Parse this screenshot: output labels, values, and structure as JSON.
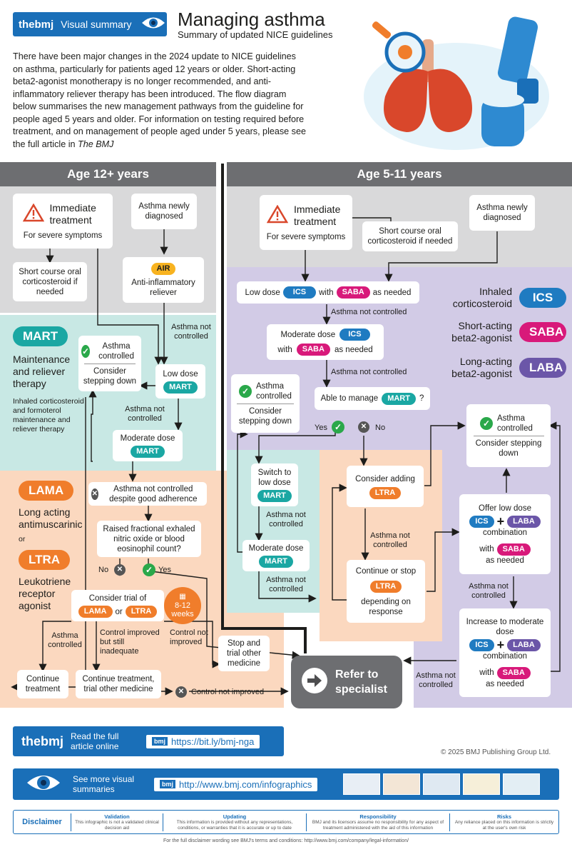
{
  "header": {
    "brand": "thebmj",
    "badge_label": "Visual summary",
    "title": "Managing asthma",
    "subtitle": "Summary of updated NICE guidelines",
    "intro": "There have been major changes in the 2024 update to NICE guidelines on asthma, particularly for patients aged 12 years or older. Short-acting beta2-agonist monotherapy is no longer recommended, and anti-inflammatory reliever therapy has been introduced. The flow diagram below summarises the new management pathways from the guideline for people aged 5 years and older. For information on testing required before treatment, and on management of people aged under 5 years, please see the full article in",
    "intro_journal": "The BMJ"
  },
  "left": {
    "heading": "Age 12+ years",
    "immediate_title": "Immediate treatment",
    "immediate_sub": "For severe symptoms",
    "oral_steroid": "Short course oral corticosteroid if needed",
    "newly_diagnosed": "Asthma newly diagnosed",
    "air_pill": "AIR",
    "air_text": "Anti-inflammatory reliever",
    "asthma_not_controlled_1": "Asthma not controlled",
    "mart_pill": "MART",
    "mart_side_title": "Maintenance and reliever therapy",
    "mart_side_desc": "Inhaled corticosteroid and formoterol maintenance and reliever therapy",
    "controlled_title": "Asthma controlled",
    "controlled_sub": "Consider stepping down",
    "low_dose": "Low dose",
    "asthma_not_controlled_2": "Asthma not controlled",
    "moderate_dose": "Moderate dose",
    "lama_pill": "LAMA",
    "lama_desc": "Long acting antimuscarinic",
    "or_text": "or",
    "ltra_pill": "LTRA",
    "ltra_desc": "Leukotriene receptor agonist",
    "despite_adherence": "Asthma not controlled despite good adherence",
    "raised_feno": "Raised fractional exhaled nitric oxide or blood eosinophil count?",
    "no_label": "No",
    "yes_label": "Yes",
    "consider_trial": "Consider trial of",
    "or_inline": "or",
    "weeks": "8-12 weeks",
    "asthma_controlled": "Asthma controlled",
    "improved_inadequate": "Control improved but still inadequate",
    "control_not_improved": "Control not improved",
    "stop_trial": "Stop and trial other medicine",
    "continue_treatment": "Continue treatment",
    "continue_trial_other": "Continue treatment, trial other medicine",
    "control_not_improved_2": "Control not improved"
  },
  "right": {
    "heading": "Age 5-11 years",
    "immediate_title": "Immediate treatment",
    "immediate_sub": "For severe symptoms",
    "oral_steroid": "Short course oral corticosteroid if needed",
    "newly_diagnosed": "Asthma newly diagnosed",
    "low_dose": "Low dose",
    "with_text": "with",
    "as_needed": "as needed",
    "ics_pill": "ICS",
    "saba_pill": "SABA",
    "laba_pill": "LABA",
    "mart_pill": "MART",
    "ltra_pill": "LTRA",
    "not_controlled_1": "Asthma not controlled",
    "moderate_dose": "Moderate dose",
    "not_controlled_2": "Asthma not controlled",
    "able_mart": "Able to manage",
    "able_q": "?",
    "yes_label": "Yes",
    "no_label": "No",
    "controlled_title": "Asthma controlled",
    "controlled_sub": "Consider stepping down",
    "switch_low": "Switch to low dose",
    "not_controlled_3": "Asthma not controlled",
    "moderate_dose_2": "Moderate dose",
    "not_controlled_4": "Asthma not controlled",
    "consider_adding": "Consider adding",
    "not_controlled_5": "Asthma not controlled",
    "continue_stop": "Continue or stop",
    "depending": "depending on response",
    "controlled_title_2": "Asthma controlled",
    "controlled_sub_2": "Consider stepping down",
    "offer_low": "Offer low dose",
    "combination": "combination",
    "plus": "+",
    "not_controlled_6": "Asthma not controlled",
    "increase_mod": "Increase to moderate dose",
    "not_controlled_7": "Asthma not controlled",
    "legend": [
      {
        "label": "Inhaled corticosteroid",
        "pill": "ICS"
      },
      {
        "label": "Short-acting beta2-agonist",
        "pill": "SABA"
      },
      {
        "label": "Long-acting beta2-agonist",
        "pill": "LABA"
      }
    ]
  },
  "refer": "Refer to specialist",
  "footer": {
    "read_full": "Read the full article online",
    "bit_url": "https://bit.ly/bmj-nga",
    "copyright": "© 2025 BMJ Publishing Group Ltd.",
    "see_more": "See more visual summaries",
    "infographics_url": "http://www.bmj.com/infographics",
    "disclaimer_title": "Disclaimer",
    "disclaimer_cols": [
      {
        "title": "Validation",
        "text": "This infographic is not a validated clinical decision aid"
      },
      {
        "title": "Updating",
        "text": "This information is provided without any representations, conditions, or warranties that it is accurate or up to date"
      },
      {
        "title": "Responsibility",
        "text": "BMJ and its licensors assume no responsibility for any aspect of treatment administered with the aid of this information"
      },
      {
        "title": "Risks",
        "text": "Any reliance placed on this information is strictly at the user's own risk"
      }
    ],
    "legal": "For the full disclaimer wording see BMJ's terms and conditions: http://www.bmj.com/company/legal-information/"
  },
  "colors": {
    "grey_panel": "#d9d9da",
    "mint_panel": "#c8e8e4",
    "peach_panel": "#fbd8bf",
    "lavender_panel": "#d2cbe6",
    "bmj_blue": "#1a6fb8",
    "refer_grey": "#6d6e71"
  }
}
